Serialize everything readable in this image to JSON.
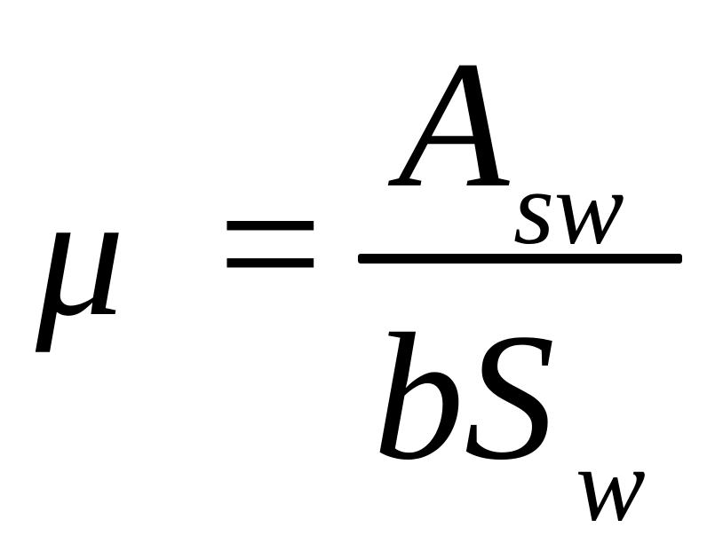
{
  "formula": {
    "lhs": "μ",
    "operator": "=",
    "numerator": {
      "symbol": "A",
      "subscript": "sw"
    },
    "denominator": {
      "symbol": "bS",
      "subscript": "w"
    }
  }
}
